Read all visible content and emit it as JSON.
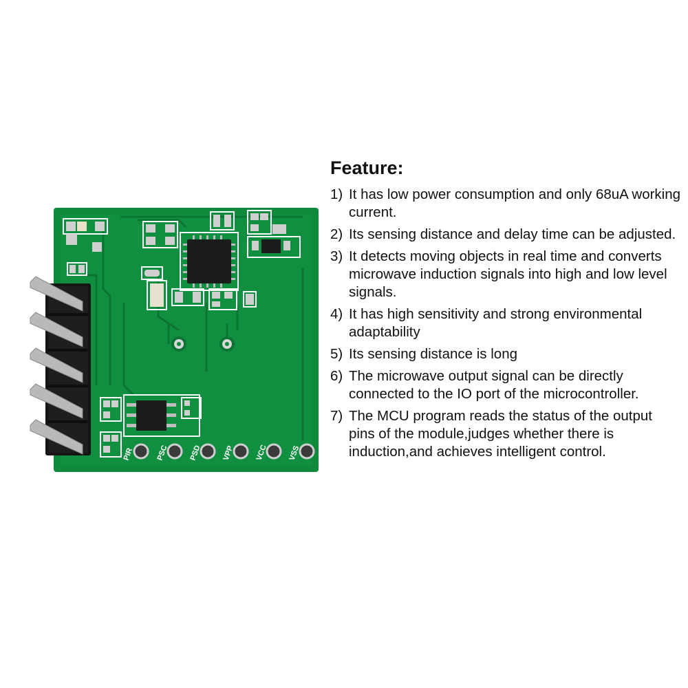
{
  "heading": "Feature:",
  "board": {
    "pin_labels": [
      "PIR",
      "PSC",
      "PSD",
      "VPP",
      "VCC",
      "VSS"
    ],
    "colors": {
      "pcb": "#0f8a3d",
      "pcb_dark": "#0b7532",
      "silkscreen": "#ffffff",
      "pad": "#c8c8c8",
      "chip": "#1c1c1c",
      "header_plastic": "#151515",
      "header_pin": "#b9b9b9"
    }
  },
  "features": [
    {
      "num": "1)",
      "text": "It has low power consumption and only 68uA working current."
    },
    {
      "num": "2)",
      "text": "Its sensing distance and delay time can be adjusted."
    },
    {
      "num": "3)",
      "text": "It detects moving objects in real time and converts microwave induction signals into high and low level signals."
    },
    {
      "num": "4)",
      "text": "It has high sensitivity and strong environmental adaptability"
    },
    {
      "num": "5)",
      "text": "Its sensing distance is long"
    },
    {
      "num": "6)",
      "text": "The microwave output signal can be directly connected to the IO port of the microcontroller."
    },
    {
      "num": "7)",
      "text": "The MCU program reads the status of the output pins of the module,judges whether there is induction,and achieves intelligent control."
    }
  ]
}
